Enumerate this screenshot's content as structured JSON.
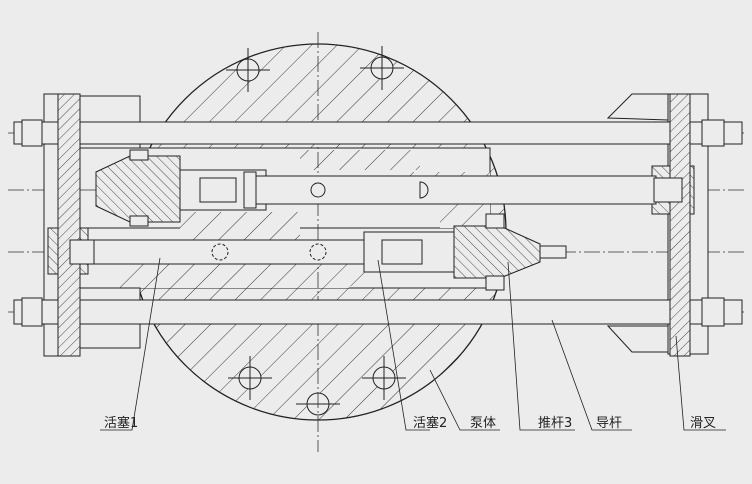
{
  "labels": {
    "piston1": "活塞1",
    "piston2": "活塞2",
    "pump_body": "泵体",
    "push_rod3": "推杆3",
    "guide_rod": "导杆",
    "slide_fork": "滑叉"
  },
  "colors": {
    "background": "#ececec",
    "line": "#222222",
    "centerline": "#333333"
  }
}
